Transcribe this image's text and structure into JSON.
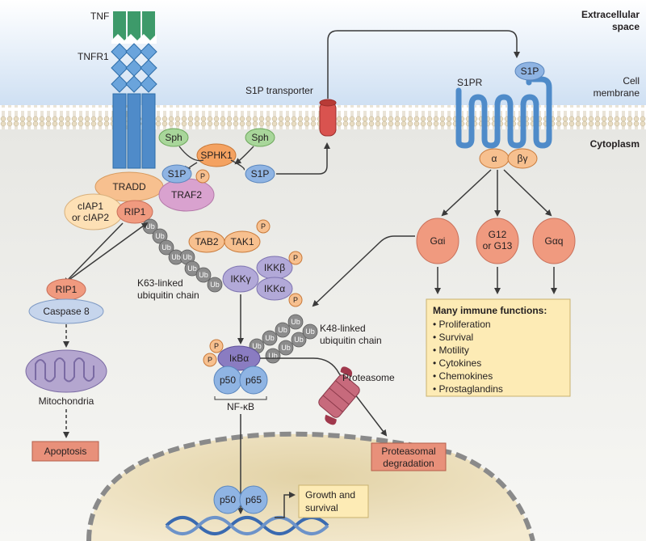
{
  "regions": {
    "extracellular_line1": "Extracellular",
    "extracellular_line2": "space",
    "membrane_line1": "Cell",
    "membrane_line2": "membrane",
    "cytoplasm": "Cytoplasm"
  },
  "receptor": {
    "tnf": "TNF",
    "tnfr1": "TNFR1",
    "tradd": "TRADD",
    "traf2": "TRAF2",
    "rip1": "RIP1",
    "ciap_line1": "cIAP1",
    "ciap_line2": "or cIAP2"
  },
  "sphingosine": {
    "sph_left": "Sph",
    "sph_right": "Sph",
    "sphk1": "SPHK1",
    "s1p_bound": "S1P",
    "s1p_free": "S1P",
    "s1p_transporter": "S1P transporter",
    "s1p_ext": "S1P",
    "s1pr": "S1PR"
  },
  "g_proteins": {
    "alpha": "α",
    "beta_gamma": "βγ",
    "gai": "Gαi",
    "g12_line1": "G12",
    "g12_line2": "or G13",
    "gaq": "Gαq"
  },
  "ikk": {
    "tab2": "TAB2",
    "tak1": "TAK1",
    "ikkg": "IKKγ",
    "ikkb": "IKKβ",
    "ikka": "IKKα",
    "k63_line1": "K63-linked",
    "k63_line2": "ubiquitin chain",
    "k48_line1": "K48-linked",
    "k48_line2": "ubiquitin chain",
    "ub": "Ub",
    "p": "P"
  },
  "nfkb": {
    "ikba": "IκBα",
    "p50": "p50",
    "p65": "p65",
    "nfkb_label": "NF-κB",
    "proteasome": "Proteasome",
    "proteasomal_line1": "Proteasomal",
    "proteasomal_line2": "degradation",
    "nuc_p50": "p50",
    "nuc_p65": "p65",
    "growth_line1": "Growth and",
    "growth_line2": "survival"
  },
  "apoptosis": {
    "rip1": "RIP1",
    "caspase8": "Caspase 8",
    "mitochondria": "Mitochondria",
    "apoptosis": "Apoptosis"
  },
  "immune": {
    "title": "Many immune functions:",
    "items": [
      "• Proliferation",
      "• Survival",
      "• Motility",
      "• Cytokines",
      "• Chemokines",
      "• Prostaglandins"
    ]
  },
  "colors": {
    "receptor_blue": "#4f8bc9",
    "tnf_green": "#3d9a6a",
    "s1p_blue": "#8fb4e3",
    "orange": "#f7c08f",
    "salmon": "#f09a7f",
    "pink": "#d9a2cf",
    "lavender": "#b2a9d8",
    "gray_ub": "#8c8c8c",
    "box_yellow": "#fdebb5",
    "box_red": "#e8907a"
  }
}
